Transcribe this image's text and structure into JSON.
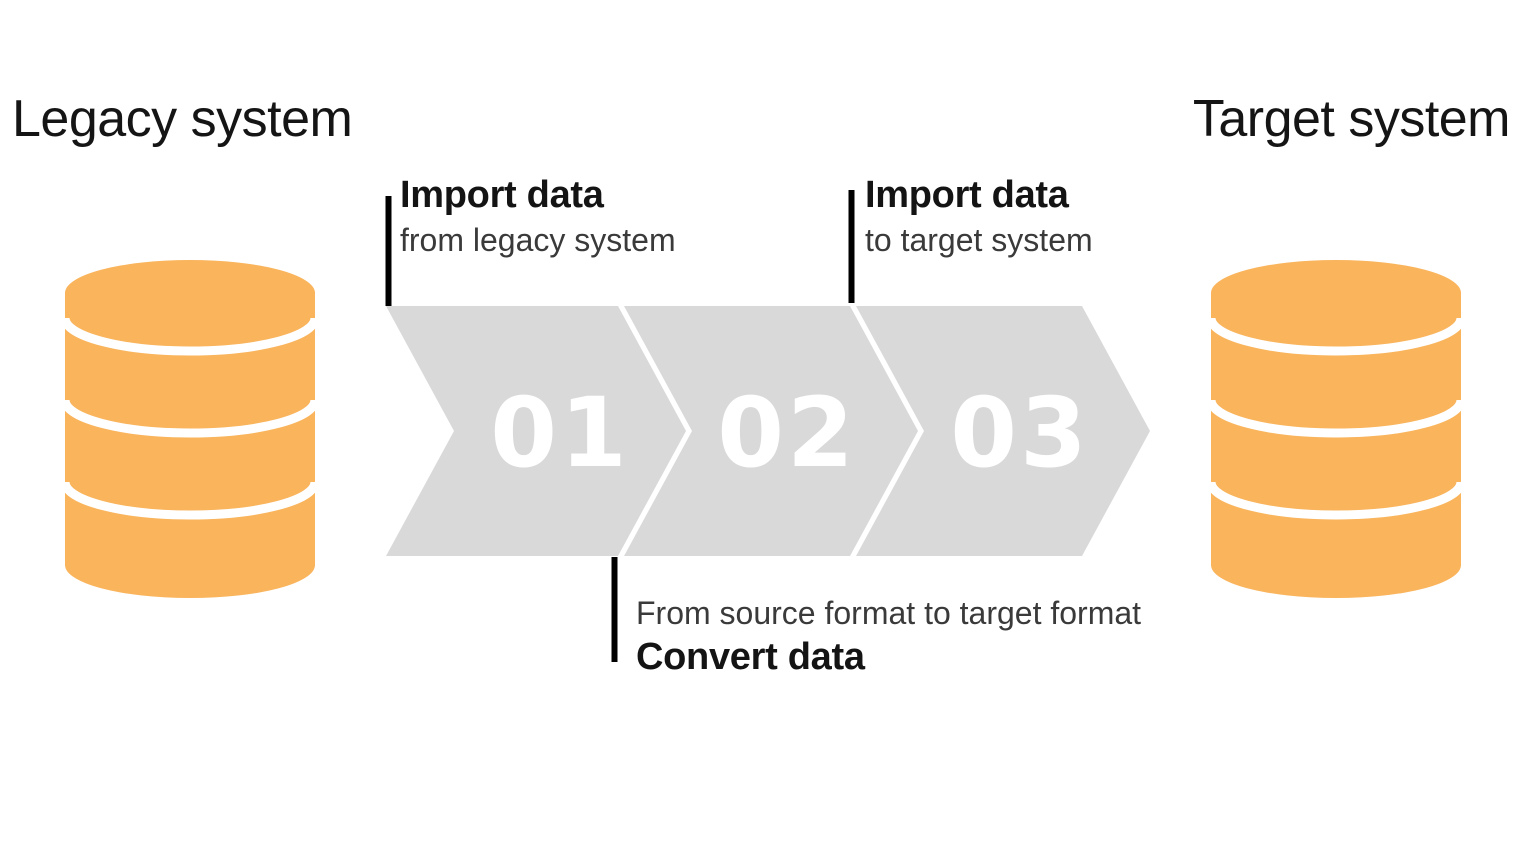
{
  "legacy_system": {
    "label": "Legacy system",
    "icon": "database-icon"
  },
  "target_system": {
    "label": "Target system",
    "icon": "database-icon"
  },
  "steps": [
    {
      "number": "01",
      "title": "Import data",
      "subtitle": "from legacy system",
      "label_position": "above"
    },
    {
      "number": "02",
      "title": "Convert data",
      "subtitle": "From source format to target format",
      "label_position": "below"
    },
    {
      "number": "03",
      "title": "Import data",
      "subtitle": "to target system",
      "label_position": "above"
    }
  ],
  "colors": {
    "database": "#F9B45C",
    "chevron": "#D9D9D9",
    "step_number": "#FFFFFF",
    "connector_line": "#000000",
    "text_primary": "#141414",
    "text_secondary": "#3A3A3A"
  }
}
